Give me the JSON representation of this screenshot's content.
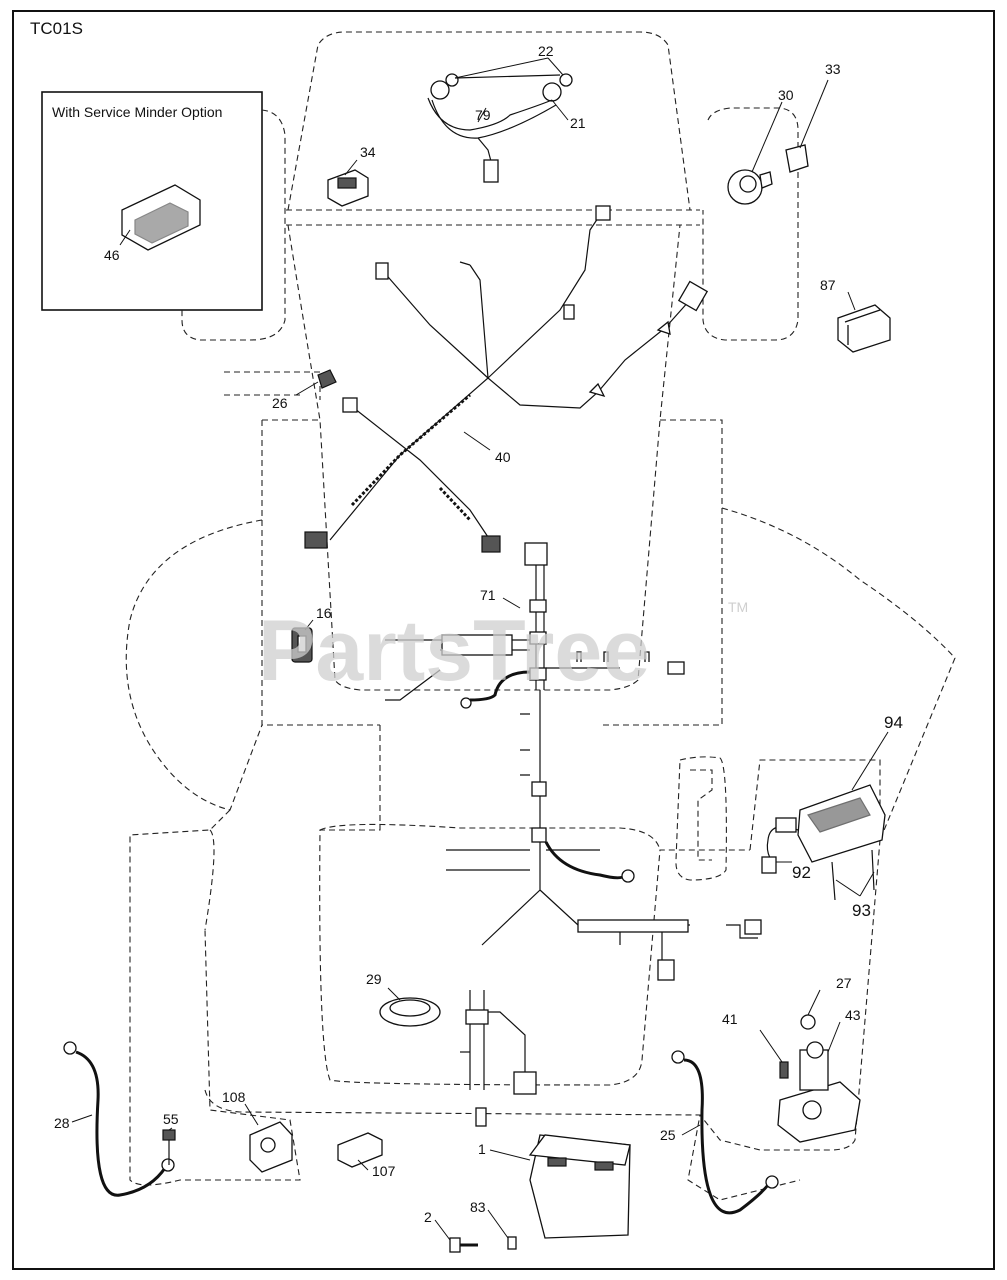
{
  "diagram_code": "TC01S",
  "option_box_label": "With Service Minder Option",
  "watermark": "PartsTree",
  "watermark_tm": "TM",
  "parts": {
    "p1": "1",
    "p2": "2",
    "p16": "16",
    "p21": "21",
    "p22": "22",
    "p25": "25",
    "p26": "26",
    "p27": "27",
    "p28": "28",
    "p29": "29",
    "p30": "30",
    "p33": "33",
    "p34": "34",
    "p40": "40",
    "p41": "41",
    "p43": "43",
    "p46": "46",
    "p55": "55",
    "p71": "71",
    "p79": "79",
    "p83": "83",
    "p87": "87",
    "p92": "92",
    "p93": "93",
    "p94": "94",
    "p107": "107",
    "p108": "108"
  }
}
